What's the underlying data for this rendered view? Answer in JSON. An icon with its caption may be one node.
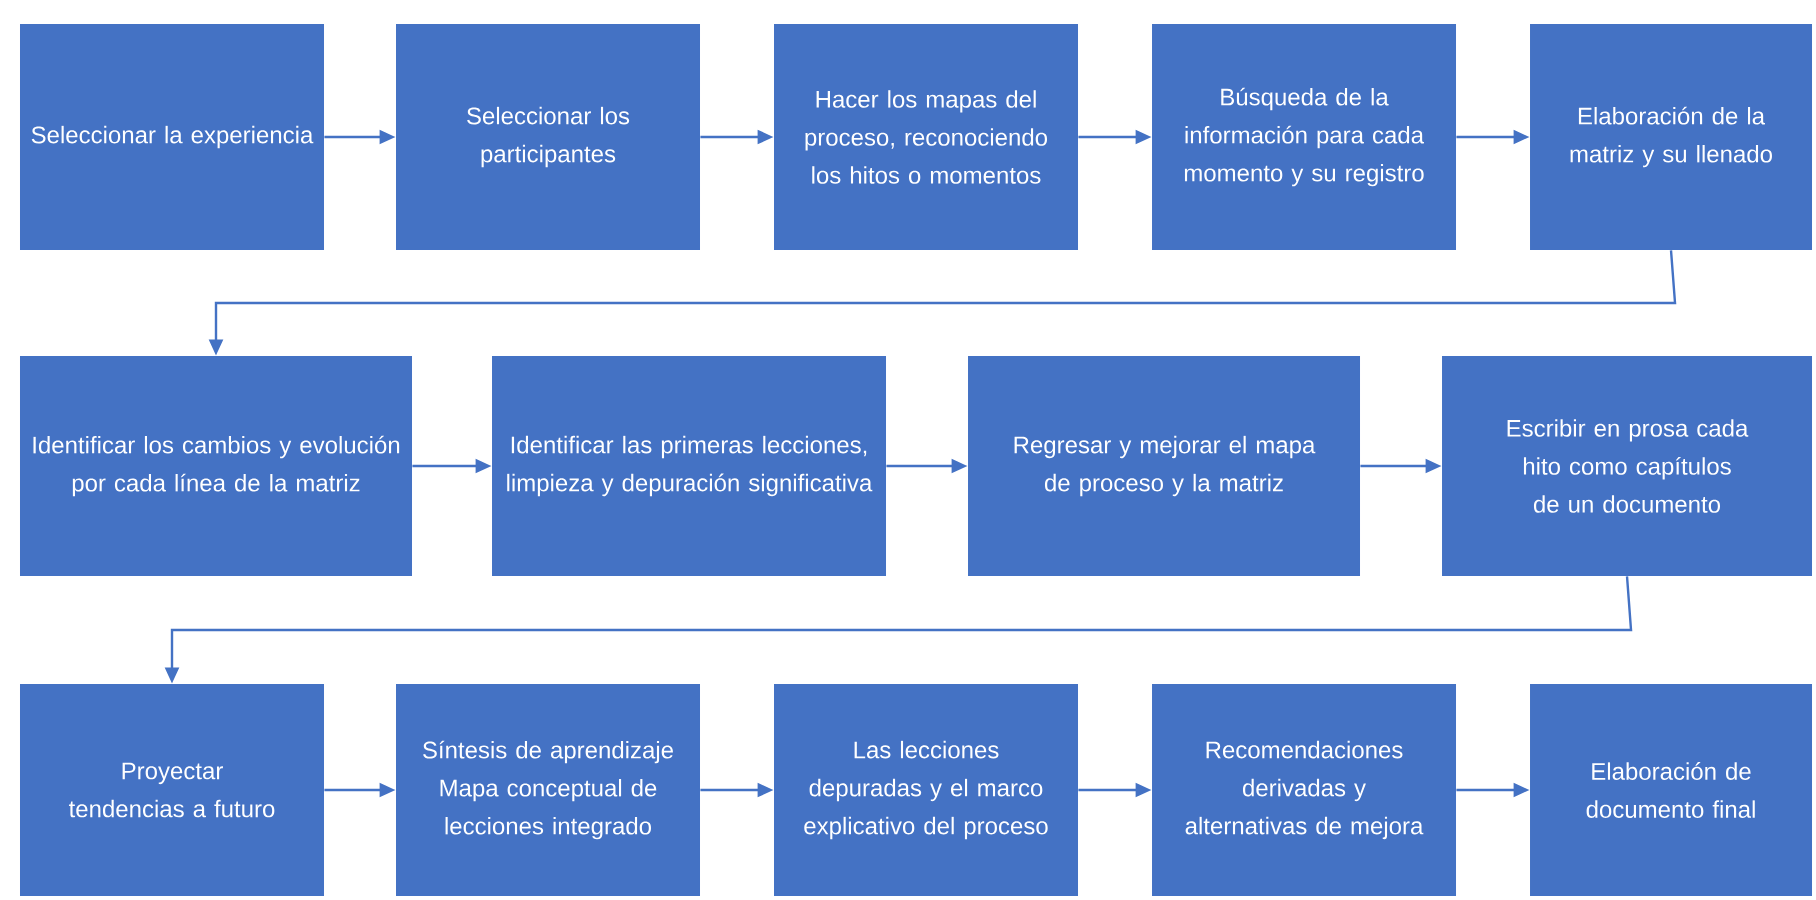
{
  "diagram": {
    "nodes": [
      {
        "text": [
          "Seleccionar la experiencia"
        ]
      },
      {
        "text": [
          "Seleccionar los participantes"
        ]
      },
      {
        "text": [
          "Hacer los mapas del proceso, reconociendo los hitos o momentos"
        ]
      },
      {
        "text": [
          "Búsqueda de la información para cada momento y su registro"
        ]
      },
      {
        "text": [
          "Elaboración de la matriz y su llenado"
        ]
      },
      {
        "text": [
          "Identificar los cambios y evolución por cada línea de la matriz"
        ]
      },
      {
        "text": [
          "Identificar las primeras lecciones, limpieza y depuración significativa"
        ]
      },
      {
        "text": [
          "Regresar y mejorar el mapa de proceso y la matriz"
        ]
      },
      {
        "text": [
          "Escribir en prosa cada hito como capítulos de un documento"
        ]
      },
      {
        "text": [
          "Proyectar tendencias a futuro"
        ]
      },
      {
        "text": [
          "Síntesis de aprendizaje Mapa conceptual de lecciones integrado"
        ]
      },
      {
        "text": [
          "Las lecciones depuradas y el marco explicativo del proceso"
        ]
      },
      {
        "text": [
          "Recomendaciones derivadas y alternativas de mejora"
        ]
      },
      {
        "text": [
          "Elaboración de documento final"
        ]
      }
    ],
    "edges": [
      {
        "from": 0,
        "to": 1,
        "arrow": "to"
      },
      {
        "from": 1,
        "to": 2,
        "arrow": "to"
      },
      {
        "from": 2,
        "to": 3,
        "arrow": "to"
      },
      {
        "from": 3,
        "to": 4,
        "arrow": "to"
      },
      {
        "from": 4,
        "to": 5,
        "arrow": "to"
      },
      {
        "from": 5,
        "to": 6,
        "arrow": "to"
      },
      {
        "from": 6,
        "to": 7,
        "arrow": "to"
      },
      {
        "from": 7,
        "to": 8,
        "arrow": "to"
      },
      {
        "from": 8,
        "to": 9,
        "arrow": "to"
      },
      {
        "from": 9,
        "to": 10,
        "arrow": "to"
      },
      {
        "from": 10,
        "to": 11,
        "arrow": "to"
      },
      {
        "from": 11,
        "to": 12,
        "arrow": "to"
      },
      {
        "from": 12,
        "to": 13,
        "arrow": "to"
      }
    ]
  }
}
